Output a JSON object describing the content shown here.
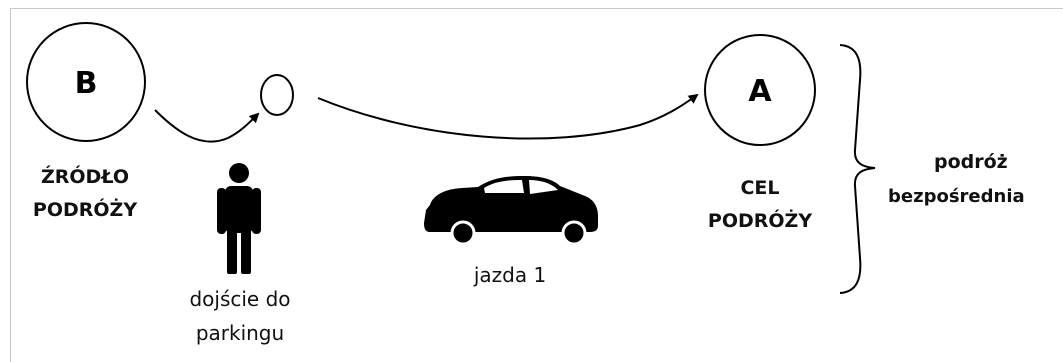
{
  "diagram": {
    "origin_letter": "B",
    "origin_label_line1": "ŹRÓDŁO",
    "origin_label_line2": "PODRÓŻY",
    "destination_letter": "A",
    "destination_label_line1": "CEL",
    "destination_label_line2": "PODRÓŻY",
    "walk_label_line1": "dojście do",
    "walk_label_line2": "parkingu",
    "drive_label": "jazda 1",
    "trip_type_line1": "podróż",
    "trip_type_line2": "bezpośrednia",
    "icons": [
      "person-icon",
      "car-icon",
      "curly-brace-icon"
    ],
    "colors": {
      "stroke": "#000000",
      "text": "#111111",
      "frame": "#c9c9c9"
    }
  }
}
